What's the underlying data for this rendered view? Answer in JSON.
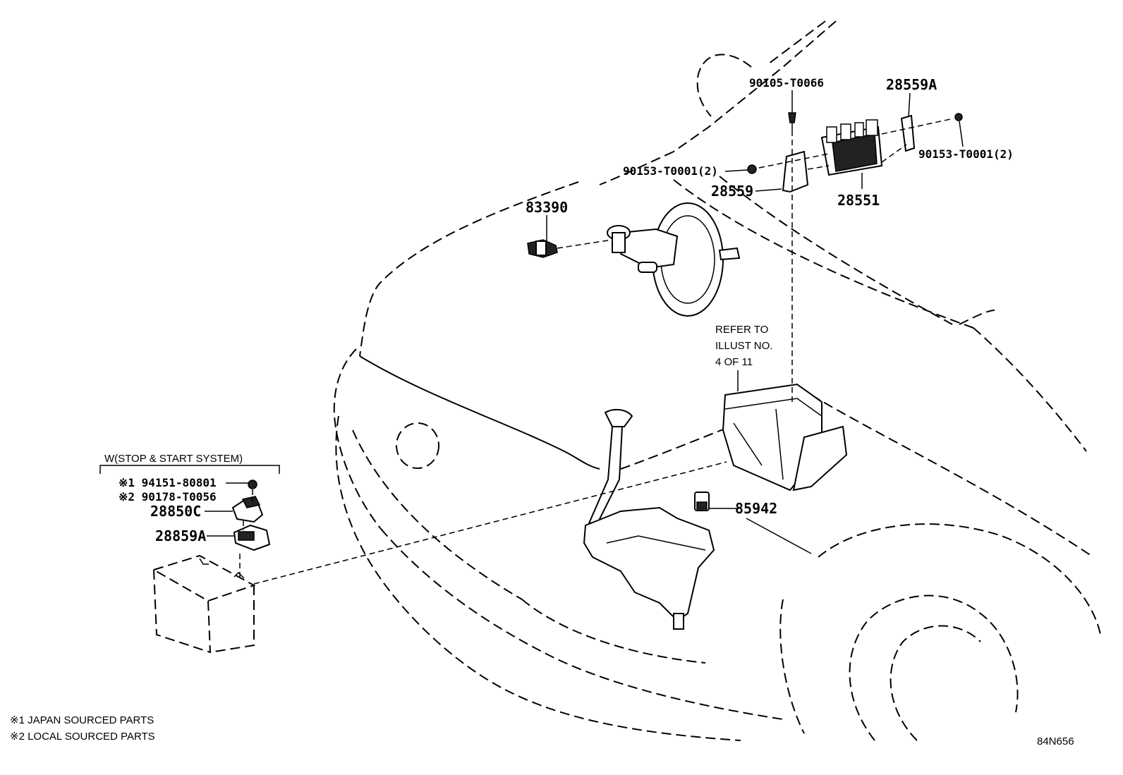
{
  "labels": {
    "p90105": "90105-T0066",
    "p28559A": "28559A",
    "p90153_left": "90153-T0001(2)",
    "p90153_right": "90153-T0001(2)",
    "p28559": "28559",
    "p28551": "28551",
    "p83390": "83390",
    "refer_line1": "REFER TO",
    "refer_line2": "ILLUST NO.",
    "refer_line3": "4 OF 11",
    "p85942": "85942",
    "variant": "W(STOP & START SYSTEM)",
    "p94151": "※1 94151-80801",
    "p90178": "※2 90178-T0056",
    "p28850C": "28850C",
    "p28859A": "28859A"
  },
  "legend": {
    "note1": "※1 JAPAN SOURCED PARTS",
    "note2": "※2 LOCAL SOURCED PARTS"
  },
  "illustration_code": "84N656"
}
